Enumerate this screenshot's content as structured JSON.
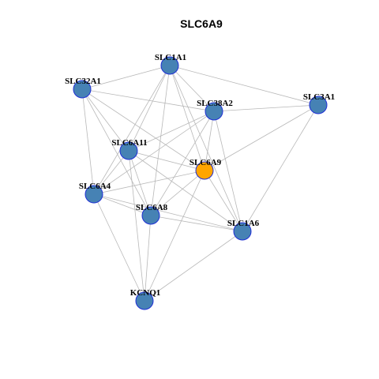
{
  "title": "SLC6A9",
  "colors": {
    "edge": "#b8b8b8",
    "node_fill": "#4682b4",
    "node_stroke": "#1f2fd6",
    "focus_fill": "#ffa500",
    "label": "#000000",
    "background": "#ffffff"
  },
  "nodes": [
    {
      "id": "SLC1A1",
      "label": "SLC1A1",
      "focus": false
    },
    {
      "id": "SLC32A1",
      "label": "SLC32A1",
      "focus": false
    },
    {
      "id": "SLC38A2",
      "label": "SLC38A2",
      "focus": false
    },
    {
      "id": "SLC3A1",
      "label": "SLC3A1",
      "focus": false
    },
    {
      "id": "SLC6A11",
      "label": "SLC6A11",
      "focus": false
    },
    {
      "id": "SLC6A9",
      "label": "SLC6A9",
      "focus": true
    },
    {
      "id": "SLC6A4",
      "label": "SLC6A4",
      "focus": false
    },
    {
      "id": "SLC6A8",
      "label": "SLC6A8",
      "focus": false
    },
    {
      "id": "SLC1A6",
      "label": "SLC1A6",
      "focus": false
    },
    {
      "id": "KCNQ1",
      "label": "KCNQ1",
      "focus": false
    }
  ],
  "edges": [
    [
      "SLC1A1",
      "SLC32A1"
    ],
    [
      "SLC1A1",
      "SLC3A1"
    ],
    [
      "SLC1A1",
      "SLC38A2"
    ],
    [
      "SLC1A1",
      "SLC6A11"
    ],
    [
      "SLC1A1",
      "SLC6A9"
    ],
    [
      "SLC1A1",
      "SLC6A4"
    ],
    [
      "SLC1A1",
      "SLC6A8"
    ],
    [
      "SLC1A1",
      "SLC1A6"
    ],
    [
      "SLC32A1",
      "SLC38A2"
    ],
    [
      "SLC32A1",
      "SLC6A11"
    ],
    [
      "SLC32A1",
      "SLC6A9"
    ],
    [
      "SLC32A1",
      "SLC6A4"
    ],
    [
      "SLC32A1",
      "SLC6A8"
    ],
    [
      "SLC38A2",
      "SLC3A1"
    ],
    [
      "SLC38A2",
      "SLC6A11"
    ],
    [
      "SLC38A2",
      "SLC6A9"
    ],
    [
      "SLC38A2",
      "SLC6A4"
    ],
    [
      "SLC38A2",
      "SLC6A8"
    ],
    [
      "SLC38A2",
      "SLC1A6"
    ],
    [
      "SLC3A1",
      "SLC6A9"
    ],
    [
      "SLC3A1",
      "SLC1A6"
    ],
    [
      "SLC6A11",
      "SLC6A9"
    ],
    [
      "SLC6A11",
      "SLC6A4"
    ],
    [
      "SLC6A11",
      "SLC6A8"
    ],
    [
      "SLC6A11",
      "SLC1A6"
    ],
    [
      "SLC6A11",
      "KCNQ1"
    ],
    [
      "SLC6A9",
      "SLC6A4"
    ],
    [
      "SLC6A9",
      "SLC6A8"
    ],
    [
      "SLC6A9",
      "SLC1A6"
    ],
    [
      "SLC6A9",
      "KCNQ1"
    ],
    [
      "SLC6A4",
      "SLC6A8"
    ],
    [
      "SLC6A4",
      "SLC1A6"
    ],
    [
      "SLC6A4",
      "KCNQ1"
    ],
    [
      "SLC6A8",
      "SLC1A6"
    ],
    [
      "SLC6A8",
      "KCNQ1"
    ],
    [
      "SLC1A6",
      "KCNQ1"
    ]
  ]
}
